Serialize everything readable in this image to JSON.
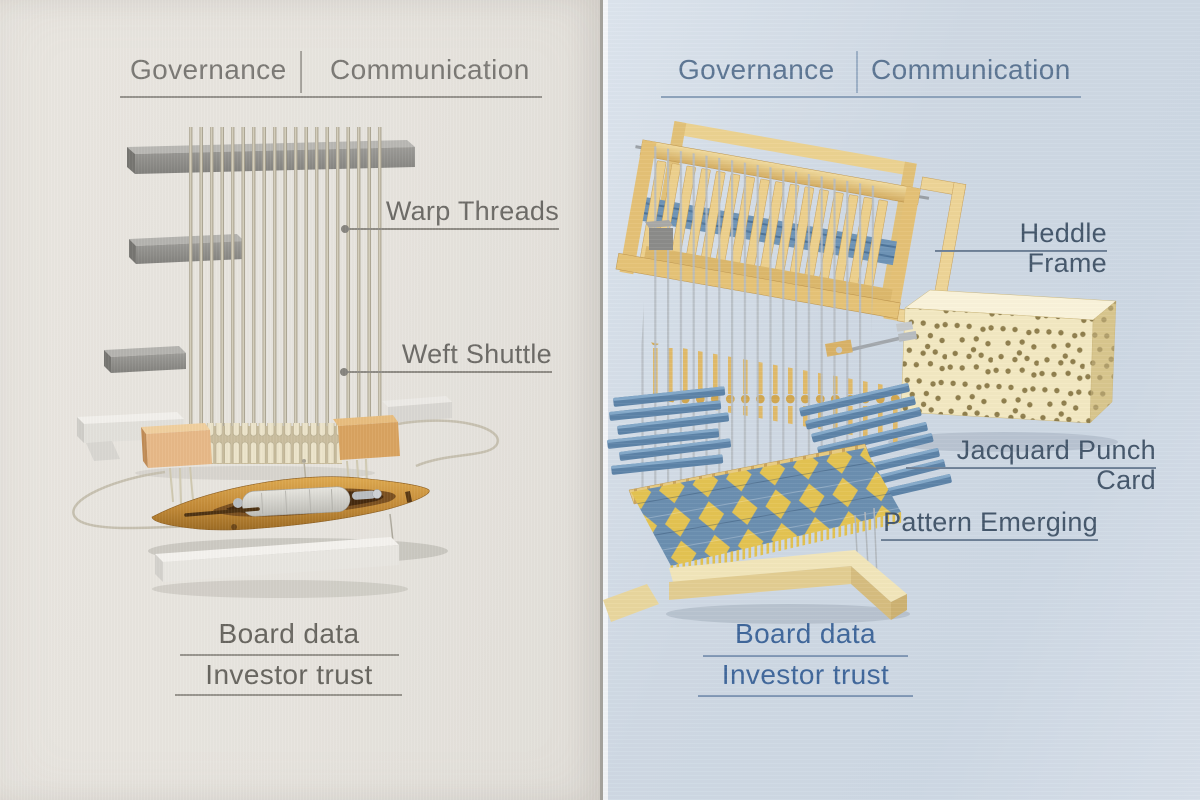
{
  "left": {
    "header": {
      "governance": "Governance",
      "communication": "Communication"
    },
    "callouts": {
      "warp": "Warp Threads",
      "weft": "Weft Shuttle"
    },
    "footer": {
      "board": "Board data",
      "investor": "Investor trust"
    }
  },
  "right": {
    "header": {
      "governance": "Governance",
      "communication": "Communication"
    },
    "callouts": {
      "heddle": "Heddle Frame",
      "punch_card": "Jacquard Punch Card",
      "pattern": "Pattern Emerging"
    },
    "footer": {
      "board": "Board data",
      "investor": "Investor trust"
    }
  },
  "colors": {
    "left_bg": "#e9e6e0",
    "left_text": "#7a7874",
    "right_bg": "#cfd9e4",
    "right_header_text": "#5d7694",
    "right_callout_text": "#45576b",
    "right_footer_text": "#40679b",
    "gray_bar": "#8f8e8a",
    "warp_thread": "#c9c3b0",
    "shuttle_wood": "#cf9a4a",
    "frame_wood": "#e9c87f",
    "punch_card": "#f3e9c2",
    "punch_dot": "#8f7e4d",
    "thread_blue": "#5d83a8",
    "pattern_yellow": "#e4c352"
  }
}
